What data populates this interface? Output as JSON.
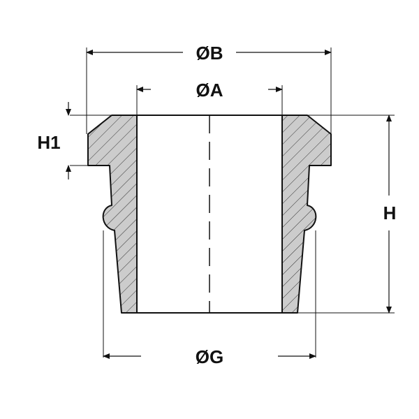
{
  "diagram": {
    "labels": {
      "diameter_b": "ØB",
      "diameter_a": "ØA",
      "diameter_g": "ØG",
      "height_h1": "H1",
      "height_h": "H"
    },
    "colors": {
      "outline": "#111111",
      "section_fill": "#cccccc",
      "hatch": "#333333",
      "background": "#ffffff"
    }
  }
}
